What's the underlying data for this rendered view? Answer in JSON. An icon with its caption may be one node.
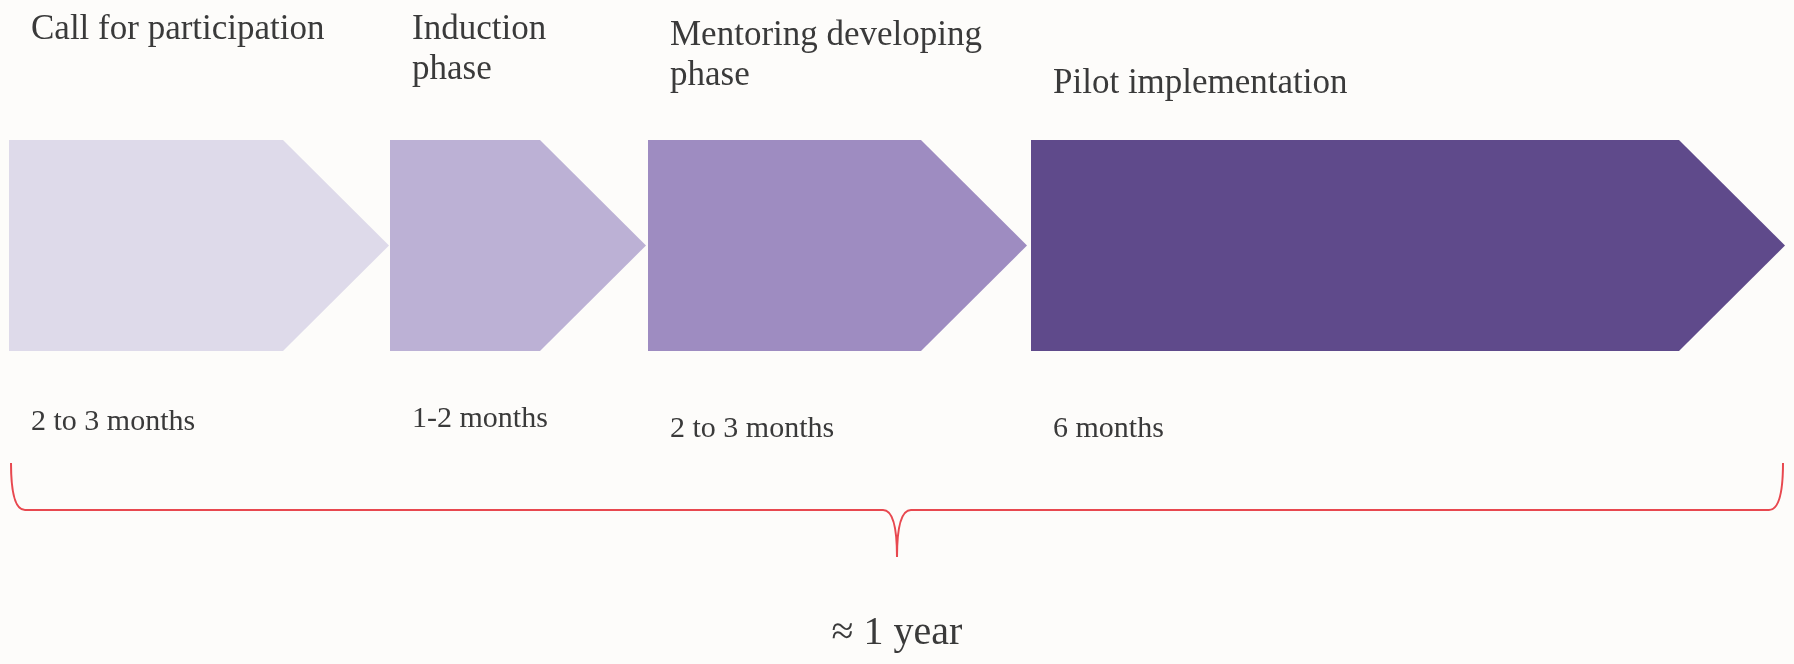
{
  "diagram": {
    "nodes": [
      {
        "text": [
          "Call for participation"
        ],
        "beside": [
          "2 to 3 months"
        ]
      },
      {
        "text": [
          "Induction phase"
        ],
        "beside": [
          "1-2 months"
        ]
      },
      {
        "text": [
          "Mentoring developing phase"
        ],
        "beside": [
          "2 to 3 months"
        ]
      },
      {
        "text": [
          "Pilot implementation"
        ],
        "beside": [
          "6 months"
        ]
      }
    ],
    "labels": [
      "≈ 1 year"
    ]
  }
}
